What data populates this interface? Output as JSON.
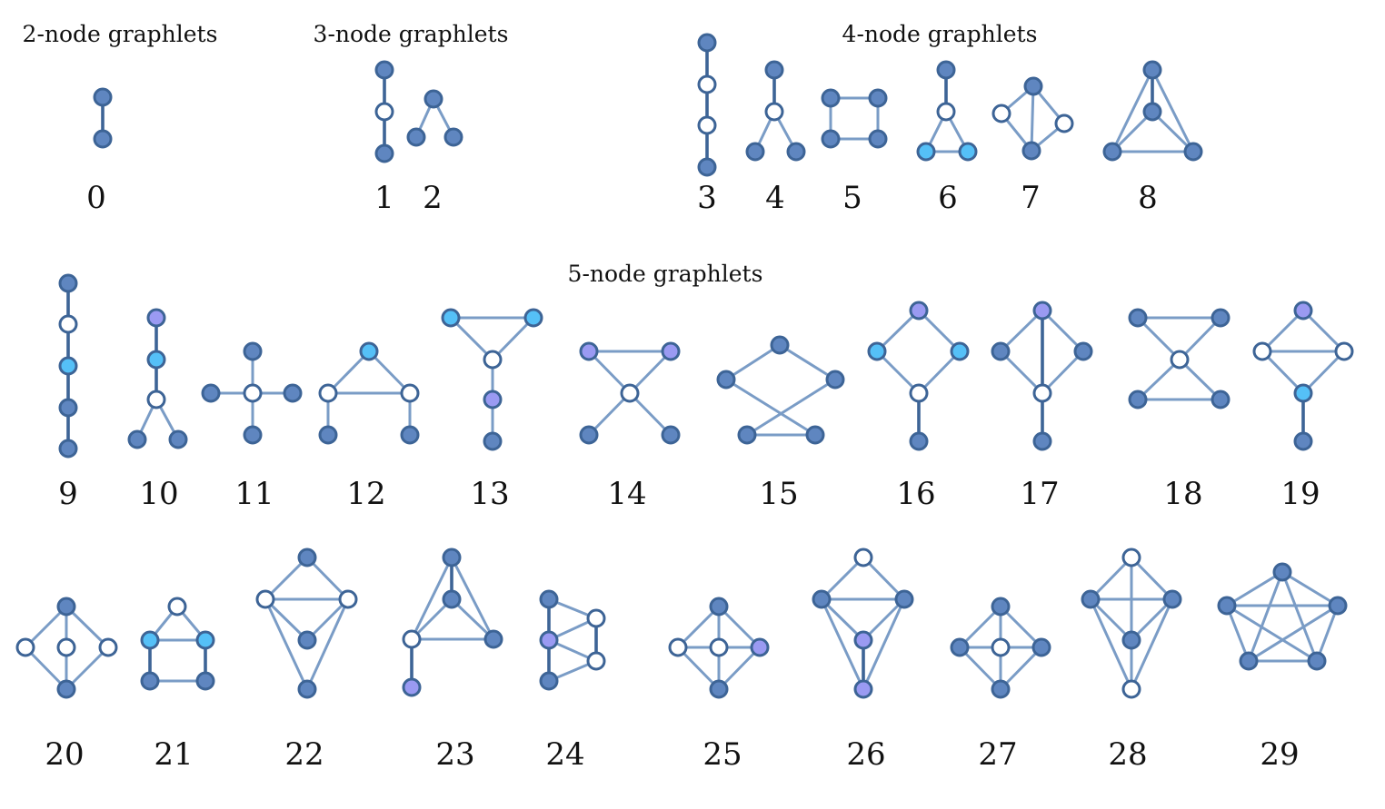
{
  "colors": {
    "edge_thin": "#7a9cc6",
    "edge_thick": "#3d6496",
    "outline": "#3d6496",
    "fill_blue": "#5f86c0",
    "fill_white": "#ffffff",
    "fill_cyan": "#55c0f7",
    "fill_purple": "#9a9af2"
  },
  "sections": [
    {
      "id": "s2",
      "title": "2-node graphlets"
    },
    {
      "id": "s3",
      "title": "3-node graphlets"
    },
    {
      "id": "s4",
      "title": "4-node graphlets"
    },
    {
      "id": "s5",
      "title": "5-node graphlets"
    }
  ],
  "graphlets": [
    {
      "id": 0,
      "label": "0",
      "nodes": [
        "blue",
        "blue"
      ],
      "edges": [
        [
          0,
          1
        ]
      ]
    },
    {
      "id": 1,
      "label": "1",
      "nodes": [
        "blue",
        "white",
        "blue"
      ],
      "edges": [
        [
          0,
          1
        ],
        [
          1,
          2
        ]
      ]
    },
    {
      "id": 2,
      "label": "2",
      "nodes": [
        "blue",
        "blue",
        "blue"
      ],
      "edges": [
        [
          0,
          1
        ],
        [
          0,
          2
        ]
      ]
    },
    {
      "id": 3,
      "label": "3",
      "nodes": [
        "blue",
        "white",
        "white",
        "blue"
      ],
      "edges": [
        [
          0,
          1
        ],
        [
          1,
          2
        ],
        [
          2,
          3
        ]
      ]
    },
    {
      "id": 4,
      "label": "4",
      "nodes": [
        "blue",
        "white",
        "blue",
        "blue"
      ],
      "edges": [
        [
          0,
          1
        ],
        [
          1,
          2
        ],
        [
          1,
          3
        ]
      ]
    },
    {
      "id": 5,
      "label": "5",
      "nodes": [
        "blue",
        "blue",
        "blue",
        "blue"
      ],
      "edges": [
        [
          0,
          1
        ],
        [
          1,
          3
        ],
        [
          3,
          2
        ],
        [
          2,
          0
        ]
      ]
    },
    {
      "id": 6,
      "label": "6",
      "nodes": [
        "blue",
        "white",
        "cyan",
        "cyan"
      ],
      "edges": [
        [
          0,
          1
        ],
        [
          1,
          2
        ],
        [
          1,
          3
        ],
        [
          2,
          3
        ]
      ]
    },
    {
      "id": 7,
      "label": "7",
      "nodes": [
        "blue",
        "white",
        "white",
        "blue"
      ],
      "edges": [
        [
          0,
          1
        ],
        [
          0,
          2
        ],
        [
          0,
          3
        ],
        [
          1,
          3
        ],
        [
          2,
          3
        ]
      ]
    },
    {
      "id": 8,
      "label": "8",
      "nodes": [
        "blue",
        "blue",
        "blue",
        "blue"
      ],
      "edges": [
        [
          0,
          1
        ],
        [
          0,
          2
        ],
        [
          0,
          3
        ],
        [
          1,
          2
        ],
        [
          1,
          3
        ],
        [
          2,
          3
        ]
      ]
    },
    {
      "id": 9,
      "label": "9",
      "nodes": [
        "blue",
        "white",
        "cyan",
        "blue",
        "blue"
      ],
      "edges": [
        [
          0,
          1
        ],
        [
          1,
          2
        ],
        [
          2,
          3
        ],
        [
          3,
          4
        ]
      ]
    },
    {
      "id": 10,
      "label": "10",
      "nodes": [
        "purple",
        "cyan",
        "white",
        "blue",
        "blue"
      ],
      "edges": [
        [
          0,
          1
        ],
        [
          1,
          2
        ],
        [
          2,
          3
        ],
        [
          2,
          4
        ]
      ]
    },
    {
      "id": 11,
      "label": "11",
      "nodes": [
        "blue",
        "blue",
        "white",
        "blue",
        "blue"
      ],
      "edges": [
        [
          0,
          2
        ],
        [
          1,
          2
        ],
        [
          2,
          3
        ],
        [
          2,
          4
        ]
      ]
    },
    {
      "id": 12,
      "label": "12",
      "nodes": [
        "cyan",
        "white",
        "white",
        "blue",
        "blue"
      ],
      "edges": [
        [
          0,
          1
        ],
        [
          0,
          2
        ],
        [
          1,
          2
        ],
        [
          1,
          3
        ],
        [
          2,
          4
        ]
      ]
    },
    {
      "id": 13,
      "label": "13",
      "nodes": [
        "cyan",
        "cyan",
        "white",
        "purple",
        "blue"
      ],
      "edges": [
        [
          0,
          1
        ],
        [
          0,
          2
        ],
        [
          1,
          2
        ],
        [
          2,
          3
        ],
        [
          3,
          4
        ]
      ]
    },
    {
      "id": 14,
      "label": "14",
      "nodes": [
        "purple",
        "purple",
        "white",
        "blue",
        "blue"
      ],
      "edges": [
        [
          0,
          1
        ],
        [
          0,
          2
        ],
        [
          1,
          2
        ],
        [
          2,
          3
        ],
        [
          2,
          4
        ]
      ]
    },
    {
      "id": 15,
      "label": "15",
      "nodes": [
        "blue",
        "blue",
        "blue",
        "blue",
        "blue"
      ],
      "edges": [
        [
          0,
          1
        ],
        [
          1,
          4
        ],
        [
          4,
          3
        ],
        [
          3,
          2
        ],
        [
          2,
          0
        ]
      ]
    },
    {
      "id": 16,
      "label": "16",
      "nodes": [
        "purple",
        "cyan",
        "cyan",
        "white",
        "blue"
      ],
      "edges": [
        [
          0,
          1
        ],
        [
          0,
          2
        ],
        [
          1,
          3
        ],
        [
          2,
          3
        ],
        [
          3,
          4
        ]
      ]
    },
    {
      "id": 17,
      "label": "17",
      "nodes": [
        "purple",
        "blue",
        "blue",
        "white",
        "blue"
      ],
      "edges": [
        [
          0,
          1
        ],
        [
          0,
          2
        ],
        [
          0,
          3
        ],
        [
          1,
          3
        ],
        [
          2,
          3
        ],
        [
          3,
          4
        ]
      ]
    },
    {
      "id": 18,
      "label": "18",
      "nodes": [
        "blue",
        "blue",
        "white",
        "blue",
        "blue"
      ],
      "edges": [
        [
          0,
          1
        ],
        [
          0,
          2
        ],
        [
          1,
          2
        ],
        [
          2,
          3
        ],
        [
          2,
          4
        ],
        [
          3,
          4
        ]
      ]
    },
    {
      "id": 19,
      "label": "19",
      "nodes": [
        "purple",
        "white",
        "white",
        "cyan",
        "blue"
      ],
      "edges": [
        [
          0,
          1
        ],
        [
          0,
          2
        ],
        [
          1,
          2
        ],
        [
          1,
          3
        ],
        [
          2,
          3
        ],
        [
          3,
          4
        ]
      ]
    },
    {
      "id": 20,
      "label": "20",
      "nodes": [
        "blue",
        "white",
        "white",
        "white",
        "blue"
      ],
      "edges": [
        [
          0,
          1
        ],
        [
          0,
          2
        ],
        [
          0,
          3
        ],
        [
          0,
          4
        ],
        [
          1,
          4
        ],
        [
          2,
          4
        ],
        [
          3,
          4
        ]
      ]
    },
    {
      "id": 21,
      "label": "21",
      "nodes": [
        "white",
        "cyan",
        "cyan",
        "blue",
        "blue"
      ],
      "edges": [
        [
          0,
          1
        ],
        [
          0,
          2
        ],
        [
          1,
          2
        ],
        [
          1,
          3
        ],
        [
          2,
          4
        ],
        [
          3,
          4
        ]
      ]
    },
    {
      "id": 22,
      "label": "22",
      "nodes": [
        "blue",
        "white",
        "white",
        "blue",
        "blue"
      ],
      "edges": [
        [
          0,
          1
        ],
        [
          0,
          2
        ],
        [
          1,
          2
        ],
        [
          1,
          3
        ],
        [
          2,
          3
        ],
        [
          1,
          4
        ],
        [
          2,
          4
        ]
      ]
    },
    {
      "id": 23,
      "label": "23",
      "nodes": [
        "blue",
        "blue",
        "white",
        "blue",
        "purple"
      ],
      "edges": [
        [
          0,
          1
        ],
        [
          0,
          2
        ],
        [
          0,
          3
        ],
        [
          1,
          2
        ],
        [
          1,
          3
        ],
        [
          2,
          3
        ],
        [
          2,
          4
        ]
      ]
    },
    {
      "id": 24,
      "label": "24",
      "nodes": [
        "blue",
        "white",
        "purple",
        "white",
        "blue"
      ],
      "edges": [
        [
          0,
          1
        ],
        [
          0,
          2
        ],
        [
          1,
          2
        ],
        [
          1,
          3
        ],
        [
          2,
          3
        ],
        [
          2,
          4
        ],
        [
          3,
          4
        ]
      ]
    },
    {
      "id": 25,
      "label": "25",
      "nodes": [
        "blue",
        "white",
        "white",
        "purple",
        "blue"
      ],
      "edges": [
        [
          0,
          2
        ],
        [
          0,
          3
        ],
        [
          1,
          2
        ],
        [
          2,
          3
        ],
        [
          0,
          1
        ],
        [
          1,
          4
        ],
        [
          2,
          4
        ],
        [
          3,
          4
        ]
      ]
    },
    {
      "id": 26,
      "label": "26",
      "nodes": [
        "white",
        "blue",
        "blue",
        "purple",
        "purple"
      ],
      "edges": [
        [
          0,
          1
        ],
        [
          0,
          2
        ],
        [
          1,
          2
        ],
        [
          1,
          3
        ],
        [
          2,
          3
        ],
        [
          1,
          4
        ],
        [
          2,
          4
        ],
        [
          3,
          4
        ]
      ]
    },
    {
      "id": 27,
      "label": "27",
      "nodes": [
        "blue",
        "blue",
        "white",
        "blue",
        "blue"
      ],
      "edges": [
        [
          0,
          1
        ],
        [
          0,
          2
        ],
        [
          0,
          3
        ],
        [
          1,
          2
        ],
        [
          2,
          3
        ],
        [
          1,
          4
        ],
        [
          2,
          4
        ],
        [
          3,
          4
        ]
      ]
    },
    {
      "id": 28,
      "label": "28",
      "nodes": [
        "white",
        "blue",
        "blue",
        "blue",
        "white"
      ],
      "edges": [
        [
          0,
          1
        ],
        [
          0,
          2
        ],
        [
          0,
          3
        ],
        [
          1,
          2
        ],
        [
          1,
          3
        ],
        [
          2,
          3
        ],
        [
          1,
          4
        ],
        [
          2,
          4
        ],
        [
          3,
          4
        ]
      ]
    },
    {
      "id": 29,
      "label": "29",
      "nodes": [
        "blue",
        "blue",
        "blue",
        "blue",
        "blue"
      ],
      "edges": [
        [
          0,
          1
        ],
        [
          0,
          2
        ],
        [
          0,
          3
        ],
        [
          0,
          4
        ],
        [
          1,
          2
        ],
        [
          1,
          3
        ],
        [
          1,
          4
        ],
        [
          2,
          3
        ],
        [
          2,
          4
        ],
        [
          3,
          4
        ]
      ]
    }
  ]
}
